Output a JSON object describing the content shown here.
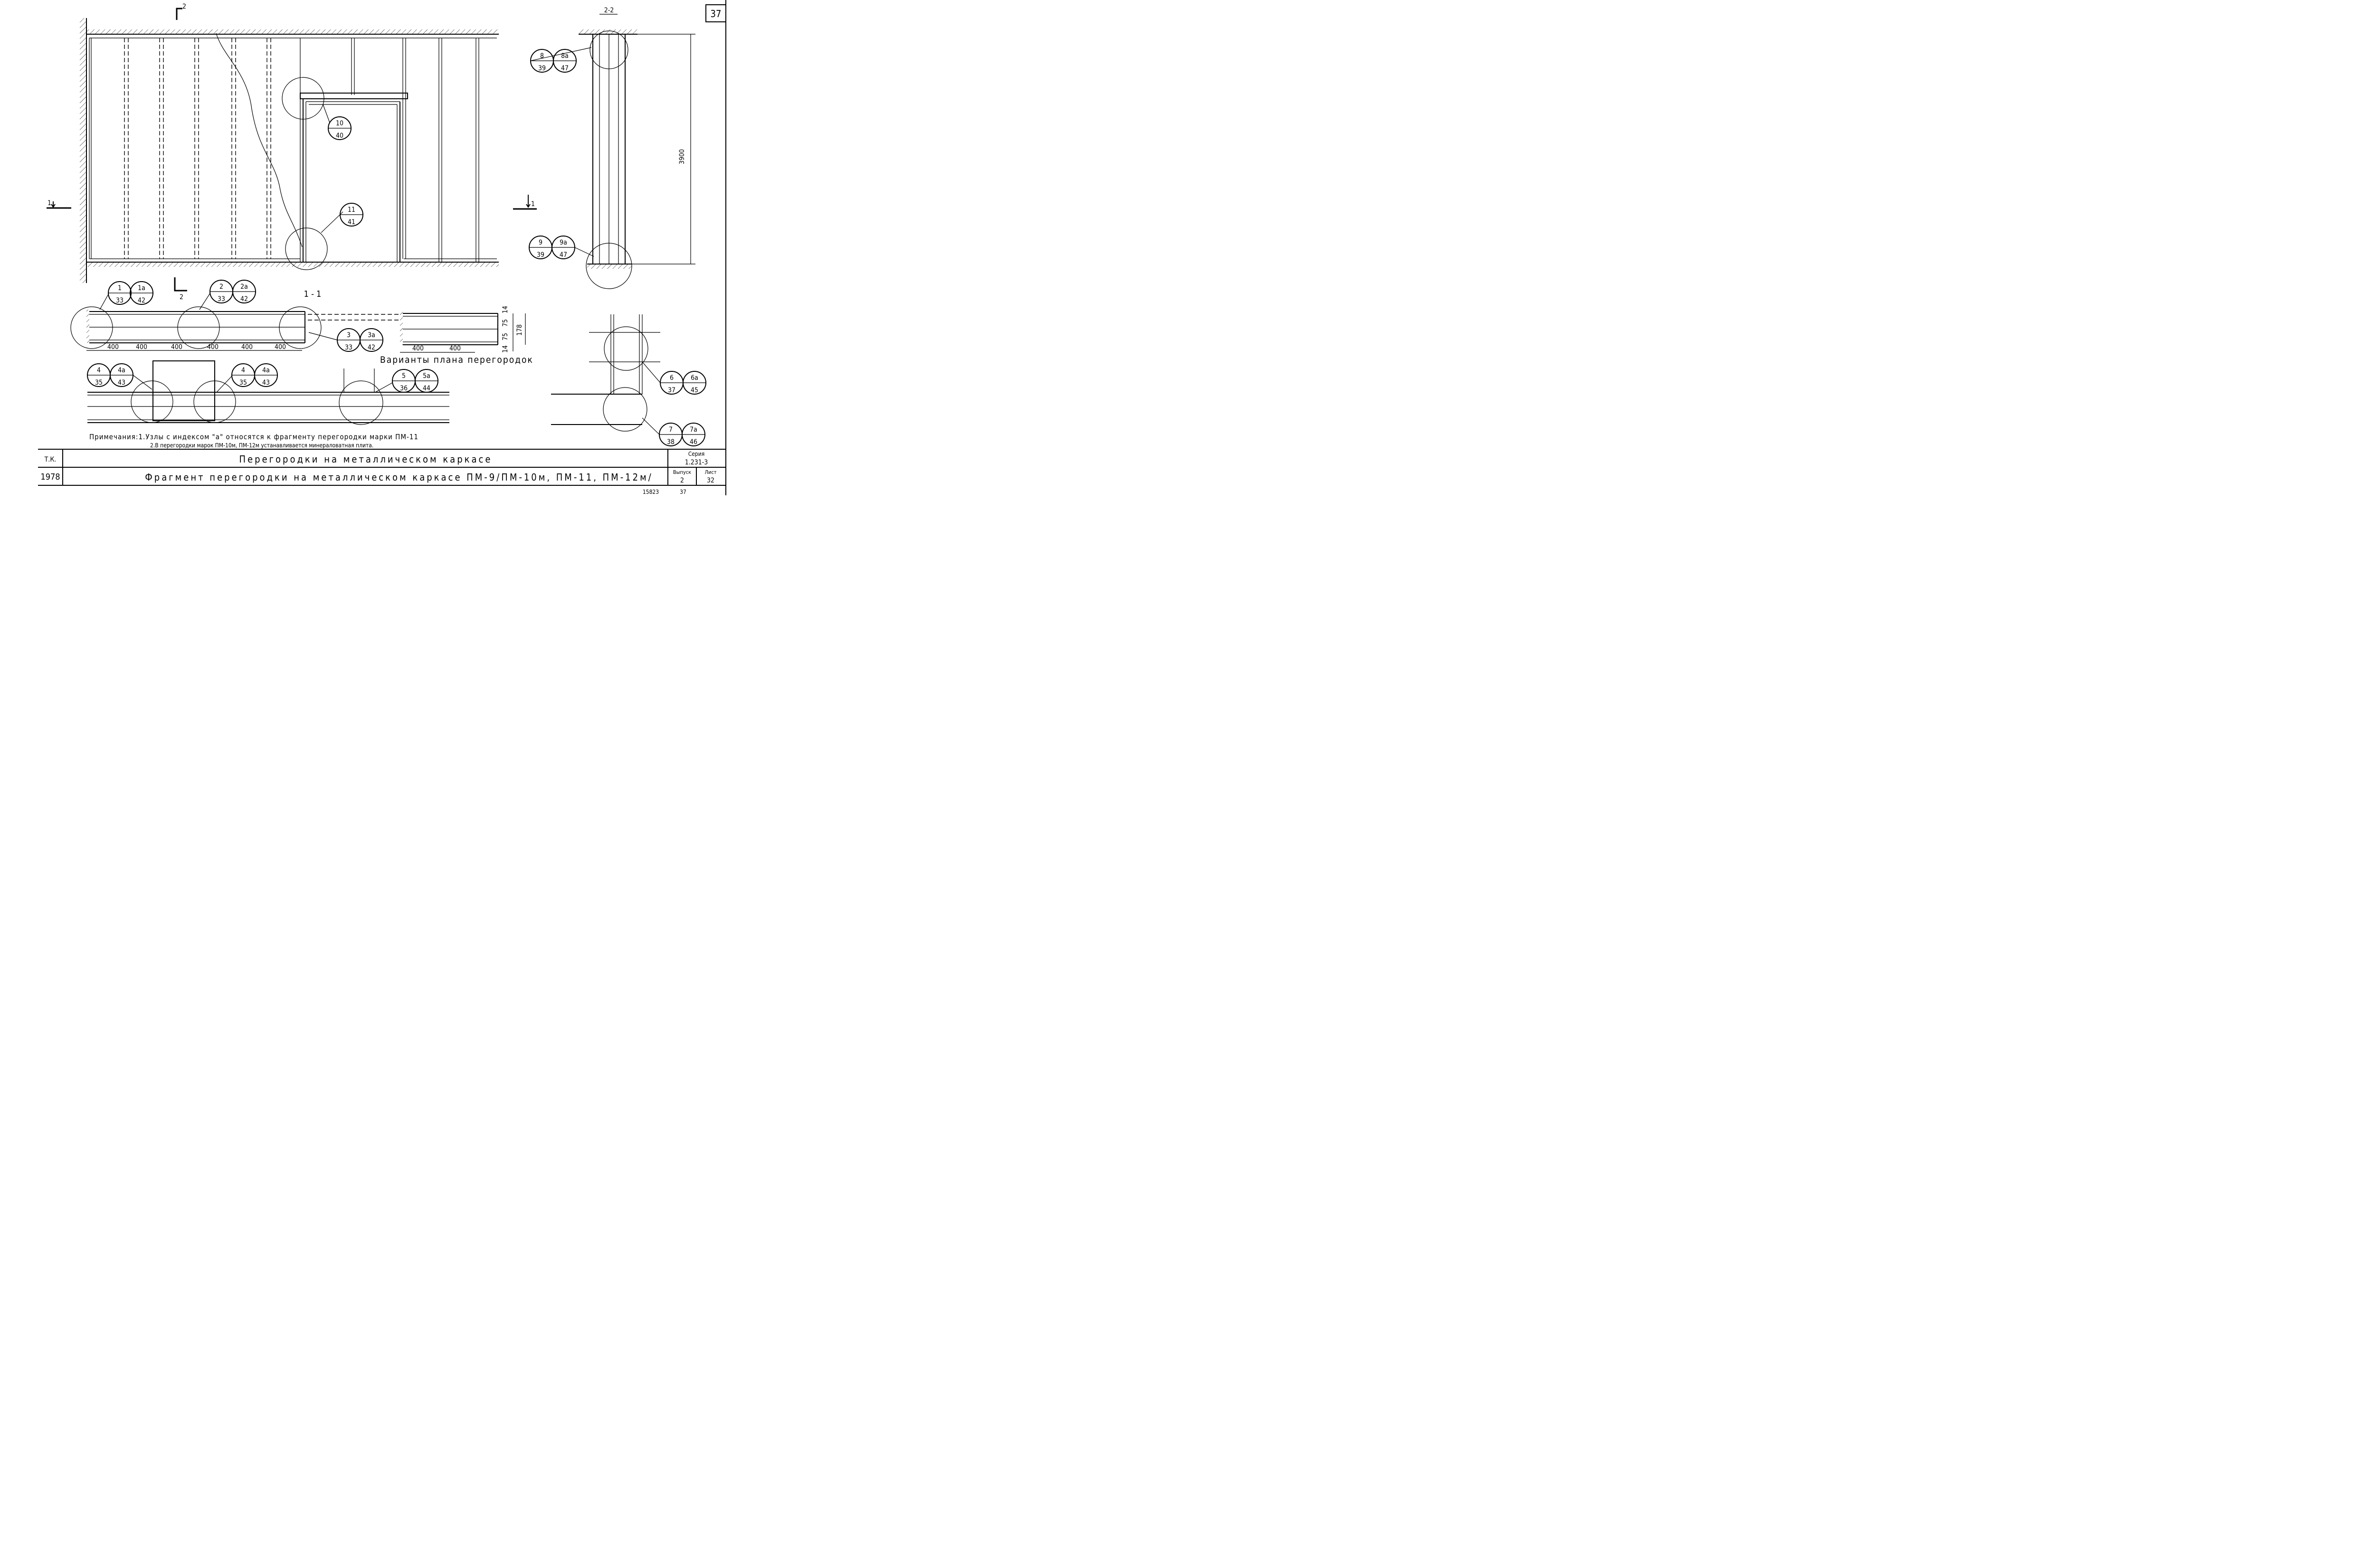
{
  "sheet": {
    "page_number": "37",
    "bottom_number": "37",
    "archive_number": "15823"
  },
  "section_marks": {
    "s2_top": "2",
    "s2_bottom": "2",
    "s1_left": "1",
    "s1_right": "1",
    "section_2_2": "2-2",
    "section_1_1": "1 - 1"
  },
  "callouts": [
    {
      "id": "c10",
      "top": "10",
      "bottom": "40"
    },
    {
      "id": "c11",
      "top": "11",
      "bottom": "41"
    },
    {
      "id": "c8",
      "top": "8",
      "bottom": "39"
    },
    {
      "id": "c8a",
      "top": "8a",
      "bottom": "47"
    },
    {
      "id": "c9",
      "top": "9",
      "bottom": "39"
    },
    {
      "id": "c9a",
      "top": "9a",
      "bottom": "47"
    },
    {
      "id": "c1",
      "top": "1",
      "bottom": "33"
    },
    {
      "id": "c1a",
      "top": "1a",
      "bottom": "42"
    },
    {
      "id": "c2",
      "top": "2",
      "bottom": "33"
    },
    {
      "id": "c2a",
      "top": "2a",
      "bottom": "42"
    },
    {
      "id": "c3",
      "top": "3",
      "bottom": "33"
    },
    {
      "id": "c3a",
      "top": "3a",
      "bottom": "42"
    },
    {
      "id": "c4l",
      "top": "4",
      "bottom": "35"
    },
    {
      "id": "c4al",
      "top": "4a",
      "bottom": "43"
    },
    {
      "id": "c4r",
      "top": "4",
      "bottom": "35"
    },
    {
      "id": "c4ar",
      "top": "4a",
      "bottom": "43"
    },
    {
      "id": "c5",
      "top": "5",
      "bottom": "36"
    },
    {
      "id": "c5a",
      "top": "5a",
      "bottom": "44"
    },
    {
      "id": "c6",
      "top": "6",
      "bottom": "37"
    },
    {
      "id": "c6a",
      "top": "6a",
      "bottom": "45"
    },
    {
      "id": "c7",
      "top": "7",
      "bottom": "38"
    },
    {
      "id": "c7a",
      "top": "7a",
      "bottom": "46"
    }
  ],
  "dimensions": {
    "height_3900": "3900",
    "spacing": [
      "400",
      "400",
      "400",
      "400",
      "400",
      "400"
    ],
    "variant_spacing": [
      "400",
      "400"
    ],
    "d14_top": "14",
    "d75_a": "75",
    "d75_b": "75",
    "d14_bottom": "14",
    "d178": "178"
  },
  "variants_label": "Варианты плана перегородок",
  "notes": {
    "line1": "Примечания:1.Узлы с индексом \"а\" относятся к фрагменту перегородки марки ПМ-11",
    "line2": "2.В перегородки марок ПМ-10м, ПМ-12м устанавливается минераловатная плита."
  },
  "title_block": {
    "tk_label": "Т.К.",
    "year": "1978",
    "title_main": "Перегородки на металлическом каркасе",
    "title_sub": "Фрагмент перегородки на металлическом каркасе ПМ-9/ПМ-10м, ПМ-11, ПМ-12м/",
    "series_label": "Серия",
    "series_value": "1.231-3",
    "issue_label": "Выпуск",
    "issue_value": "2",
    "sheet_label": "Лист",
    "sheet_value": "32"
  }
}
